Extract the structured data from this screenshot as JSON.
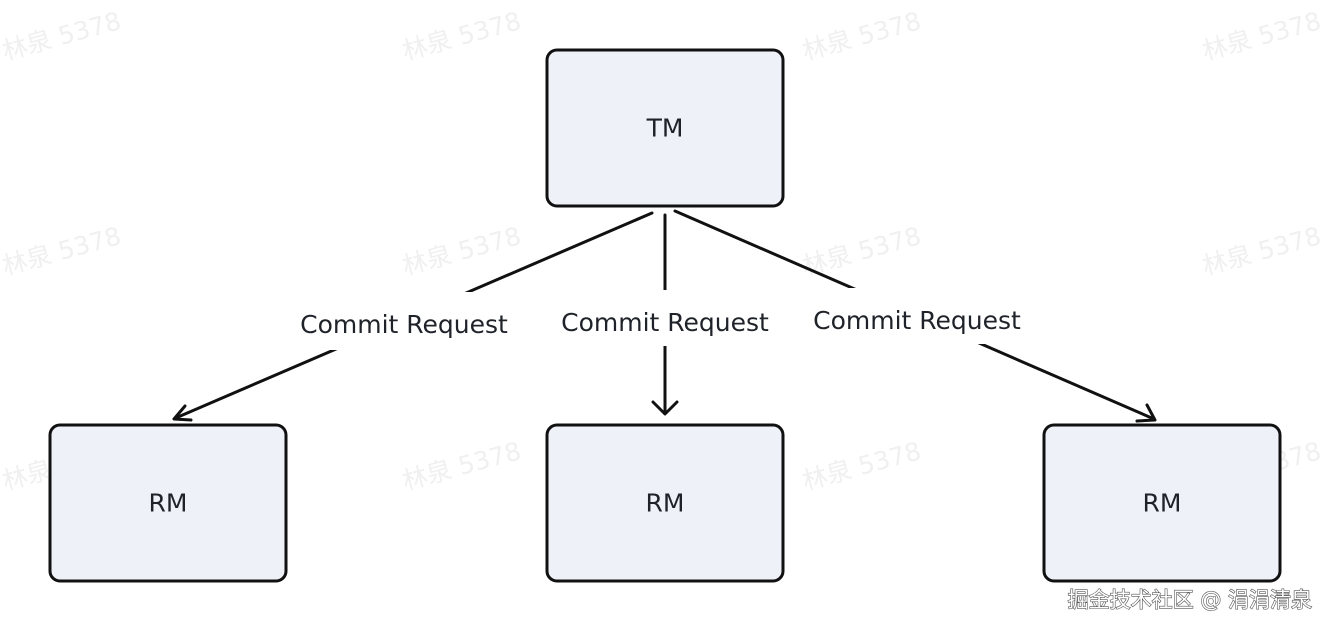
{
  "watermark": {
    "text": "林泉 5378"
  },
  "nodes": {
    "tm": {
      "label": "TM"
    },
    "rm_left": {
      "label": "RM"
    },
    "rm_center": {
      "label": "RM"
    },
    "rm_right": {
      "label": "RM"
    }
  },
  "edges": [
    {
      "from": "TM",
      "to": "RM (left)",
      "label": "Commit Request"
    },
    {
      "from": "TM",
      "to": "RM (center)",
      "label": "Commit Request"
    },
    {
      "from": "TM",
      "to": "RM (right)",
      "label": "Commit Request"
    }
  ],
  "credit": {
    "text": "掘金技术社区 @ 涓涓清泉"
  },
  "colors": {
    "node_fill": "#eef1f8",
    "stroke": "#111111",
    "text": "#1f2329",
    "watermark": "#f0f0f0"
  }
}
